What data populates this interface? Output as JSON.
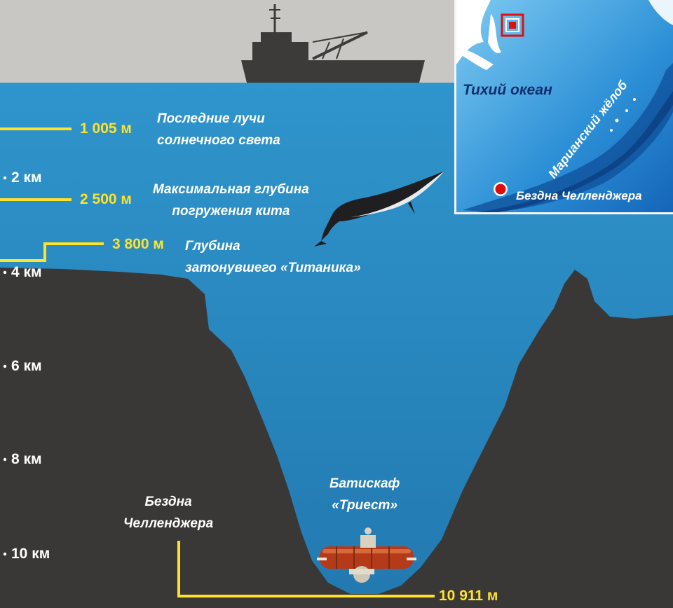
{
  "depth_scale": {
    "ticks": [
      "2 км",
      "4 км",
      "6 км",
      "8 км",
      "10 км"
    ]
  },
  "markers": [
    {
      "value": "1 005 м",
      "caption_line1": "Последние лучи",
      "caption_line2": "солнечного света"
    },
    {
      "value": "2 500 м",
      "caption_line1": "Максимальная глубина",
      "caption_line2": "погружения кита"
    },
    {
      "value": "3 800 м",
      "caption_line1": "Глубина",
      "caption_line2": "затонувшего «Титаника»"
    },
    {
      "value": "10 911 м",
      "caption_line1": "Бездна",
      "caption_line2": "Челленджера"
    }
  ],
  "bathyscaphe": {
    "line1": "Батискаф",
    "line2": "«Триест»"
  },
  "map": {
    "ocean_label": "Тихий океан",
    "trench_label": "Марианский жёлоб",
    "point_label": "Бездна Челленджера"
  },
  "colors": {
    "sky": "#c9c7c4",
    "water": "#2c8fc6",
    "seabed": "#3a3836",
    "accent_yellow": "#ffe22a",
    "map_point": "#e10b0b"
  }
}
